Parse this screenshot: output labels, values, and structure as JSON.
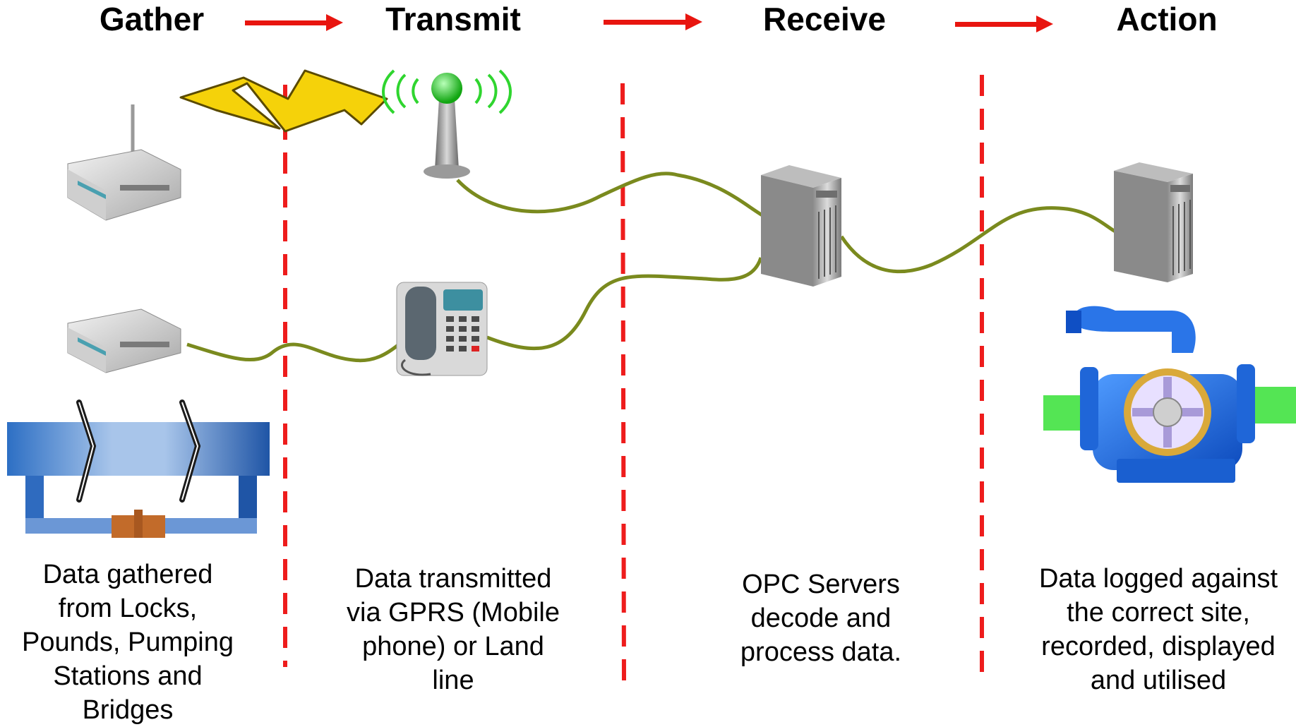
{
  "stages": [
    {
      "id": "gather",
      "title": "Gather"
    },
    {
      "id": "transmit",
      "title": "Transmit"
    },
    {
      "id": "receive",
      "title": "Receive"
    },
    {
      "id": "action",
      "title": "Action"
    }
  ],
  "descriptions": {
    "gather": [
      "Data gathered",
      "from Locks,",
      "Pounds, Pumping",
      "Stations and",
      "Bridges"
    ],
    "transmit": [
      "Data transmitted",
      "via GPRS (Mobile",
      "phone) or Land",
      "line"
    ],
    "receive": [
      "OPC Servers",
      "decode and",
      "process data."
    ],
    "action": [
      "Data logged against",
      "the correct site,",
      "recorded, displayed",
      "and utilised"
    ]
  },
  "colors": {
    "arrow": "#e8150f",
    "divider": "#ee1c1c",
    "link_line": "#7a8a1e",
    "lightning": "#f5d20a",
    "antenna_light": "#2fd52f",
    "water_light": "#a9c6e8",
    "water_dark": "#1f5aa8",
    "pump_body": "#1e6fe0",
    "pipe": "#36e036"
  },
  "icons": [
    "router-icon",
    "antenna-tower-icon",
    "desk-phone-icon",
    "server-icon",
    "lock-icon",
    "pump-icon",
    "lightning-icon"
  ]
}
